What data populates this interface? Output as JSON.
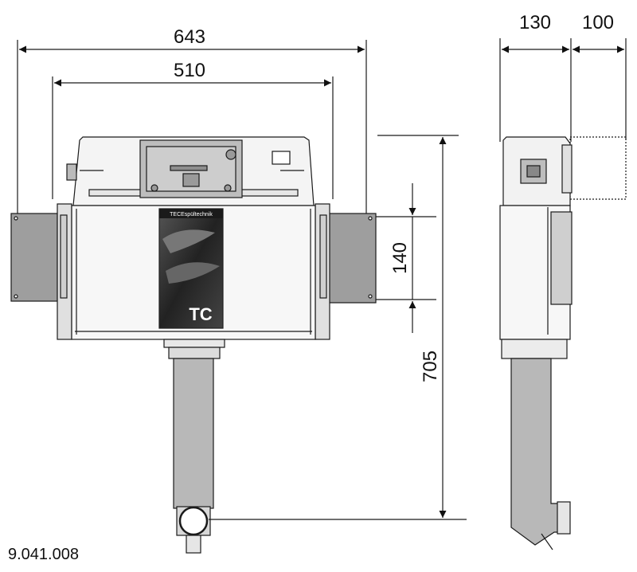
{
  "drawing_code": "9.041.008",
  "dimensions": {
    "overall_width": "643",
    "frame_width": "510",
    "height": "705",
    "bracket_spacing": "140",
    "depth_body": "130",
    "depth_extension": "100"
  },
  "product_label": {
    "brand": "TECEspültechnik",
    "logo": "TC"
  },
  "colors": {
    "line": "#1a1a1a",
    "panel_gray": "#9e9e9e",
    "pipe_gray": "#b8b8b8",
    "body_light": "#f2f2f2",
    "label_dark": "#2a2a2a"
  }
}
